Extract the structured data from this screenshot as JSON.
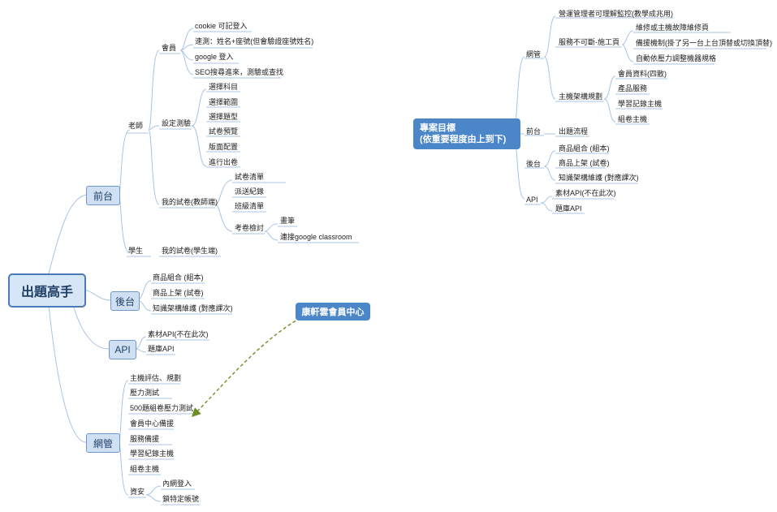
{
  "left": {
    "root": "出題高手",
    "frontend": {
      "label": "前台",
      "teacher": "老師",
      "member": {
        "label": "會員",
        "items": [
          "cookie 可記登入",
          "速測：姓名+座號(但會驗證座號姓名)",
          "google 登入",
          "SEO搜尋進來，測驗或查找"
        ]
      },
      "setquiz": {
        "label": "設定測驗",
        "items": [
          "選擇科目",
          "選擇範圍",
          "選擇題型",
          "試卷預覽",
          "版面配置",
          "進行出卷"
        ]
      },
      "myquiz": {
        "label": "我的試卷(教師端)",
        "items": [
          "試卷清單",
          "派送紀錄",
          "班級清單"
        ],
        "review": {
          "label": "考卷檢討",
          "items": [
            "畫筆",
            "連接google classroom"
          ]
        }
      },
      "student": "學生",
      "student_quiz": "我的試卷(學生端)"
    },
    "backend": {
      "label": "後台",
      "items": [
        "商品組合 (組本)",
        "商品上架 (試卷)",
        "知識架構維護 (對應課次)"
      ]
    },
    "api": {
      "label": "API",
      "items": [
        "素材API(不在此次)",
        "題庫API"
      ]
    },
    "network": {
      "label": "網管",
      "items": [
        "主機評估、規劃",
        "壓力測試",
        "500題組卷壓力測試",
        "會員中心備援",
        "服務備援",
        "學習紀錄主機",
        "組卷主機"
      ],
      "security": {
        "label": "資安",
        "items": [
          "內網登入",
          "鎖特定帳號"
        ]
      }
    }
  },
  "callout": {
    "label": "康軒雲會員中心"
  },
  "right": {
    "title_line1": "專案目標",
    "title_line2": "(依重要程度由上到下)",
    "network": {
      "label": "網管",
      "monitor": "營運管理者可理解監控(教學成兆用)",
      "uninterrupted": {
        "label": "服務不可斷-施工頁",
        "items": [
          "維修或主機故障維修頁",
          "備援機制(掛了另一台上台頂替或切換頂替)",
          "自動依壓力調整機器規格"
        ]
      },
      "arch": {
        "label": "主機架構規劃",
        "items": [
          "會員資料(四散)",
          "產品服務",
          "學習記錄主機",
          "組卷主機"
        ]
      }
    },
    "frontend": {
      "label": "前台",
      "items": [
        "出題流程"
      ]
    },
    "backend": {
      "label": "後台",
      "items": [
        "商品組合 (組本)",
        "商品上架 (試卷)",
        "知識架構維護 (對應課次)"
      ]
    },
    "api": {
      "label": "API",
      "items": [
        "素材API(不在此次)",
        "題庫API"
      ]
    }
  }
}
